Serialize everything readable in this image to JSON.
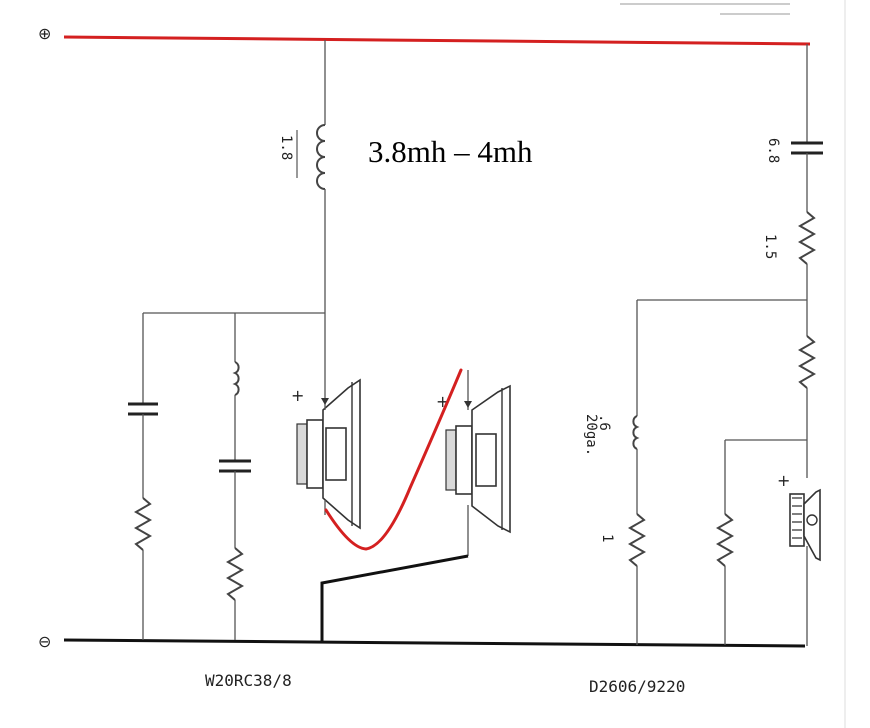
{
  "colors": {
    "positive_rail": "#d42020",
    "negative_rail": "#111111",
    "wire": "#555555",
    "modified_wire": "#d42020"
  },
  "terminals": {
    "positive": "⊕",
    "negative": "⊖"
  },
  "annotation": "3.8mh – 4mh",
  "woofer": {
    "model": "W20RC38/8",
    "inductor_label": "1.8",
    "driver1_polarity": "+",
    "driver2_polarity": "+"
  },
  "tweeter": {
    "model": "D2606/9220",
    "capacitor_label": "6.8",
    "resistor_label": "1.5",
    "inductor_label_line1": ".6",
    "inductor_label_line2": "20ga.",
    "resistor2_label": "1",
    "polarity": "+"
  }
}
